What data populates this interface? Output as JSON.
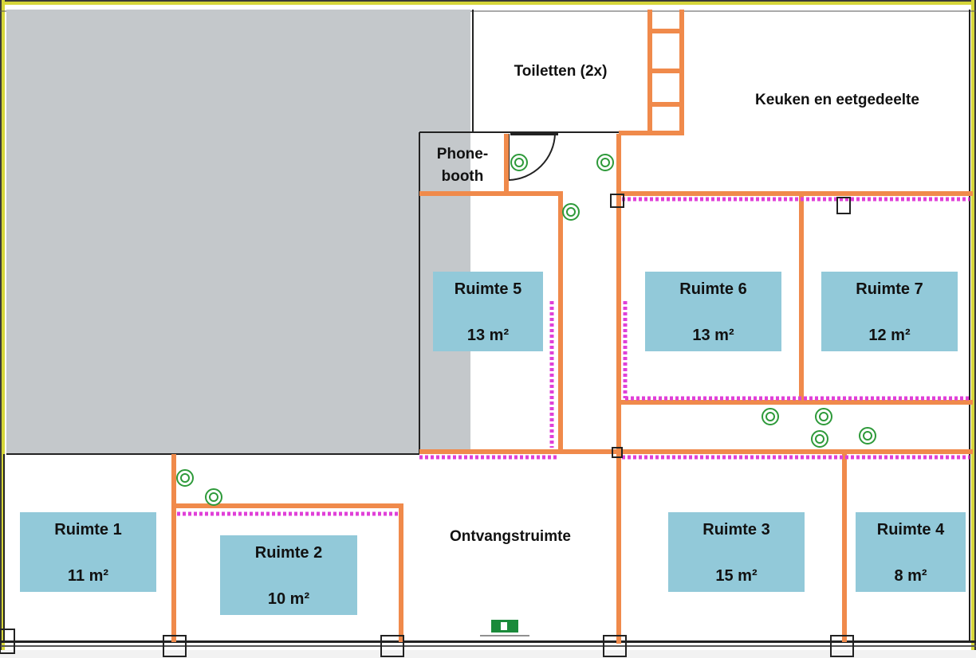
{
  "plan": {
    "labels": {
      "toilets": "Toiletten (2x)",
      "kitchen": "Keuken en eetgedeelte",
      "phonebooth_line1": "Phone-",
      "phonebooth_line2": "booth",
      "reception": "Ontvangstruimte"
    },
    "rooms": [
      {
        "name": "Ruimte 1",
        "area": "11 m²"
      },
      {
        "name": "Ruimte 2",
        "area": "10 m²"
      },
      {
        "name": "Ruimte 3",
        "area": "15 m²"
      },
      {
        "name": "Ruimte 4",
        "area": "8 m²"
      },
      {
        "name": "Ruimte 5",
        "area": "13 m²"
      },
      {
        "name": "Ruimte 6",
        "area": "13 m²"
      },
      {
        "name": "Ruimte 7",
        "area": "12 m²"
      }
    ],
    "colors": {
      "wall_orange": "#f08a4b",
      "glass_magenta": "#e040d8",
      "room_box": "#92c9d9",
      "masked_area": "#c4c8cb",
      "outer_wall": "#d6d63a",
      "socket_green": "#2e9a3a",
      "exit_sign": "#1a8a3a"
    },
    "icons": {
      "socket": "socket-icon",
      "exit": "emergency-exit-sign-icon",
      "column": "column-icon"
    }
  }
}
